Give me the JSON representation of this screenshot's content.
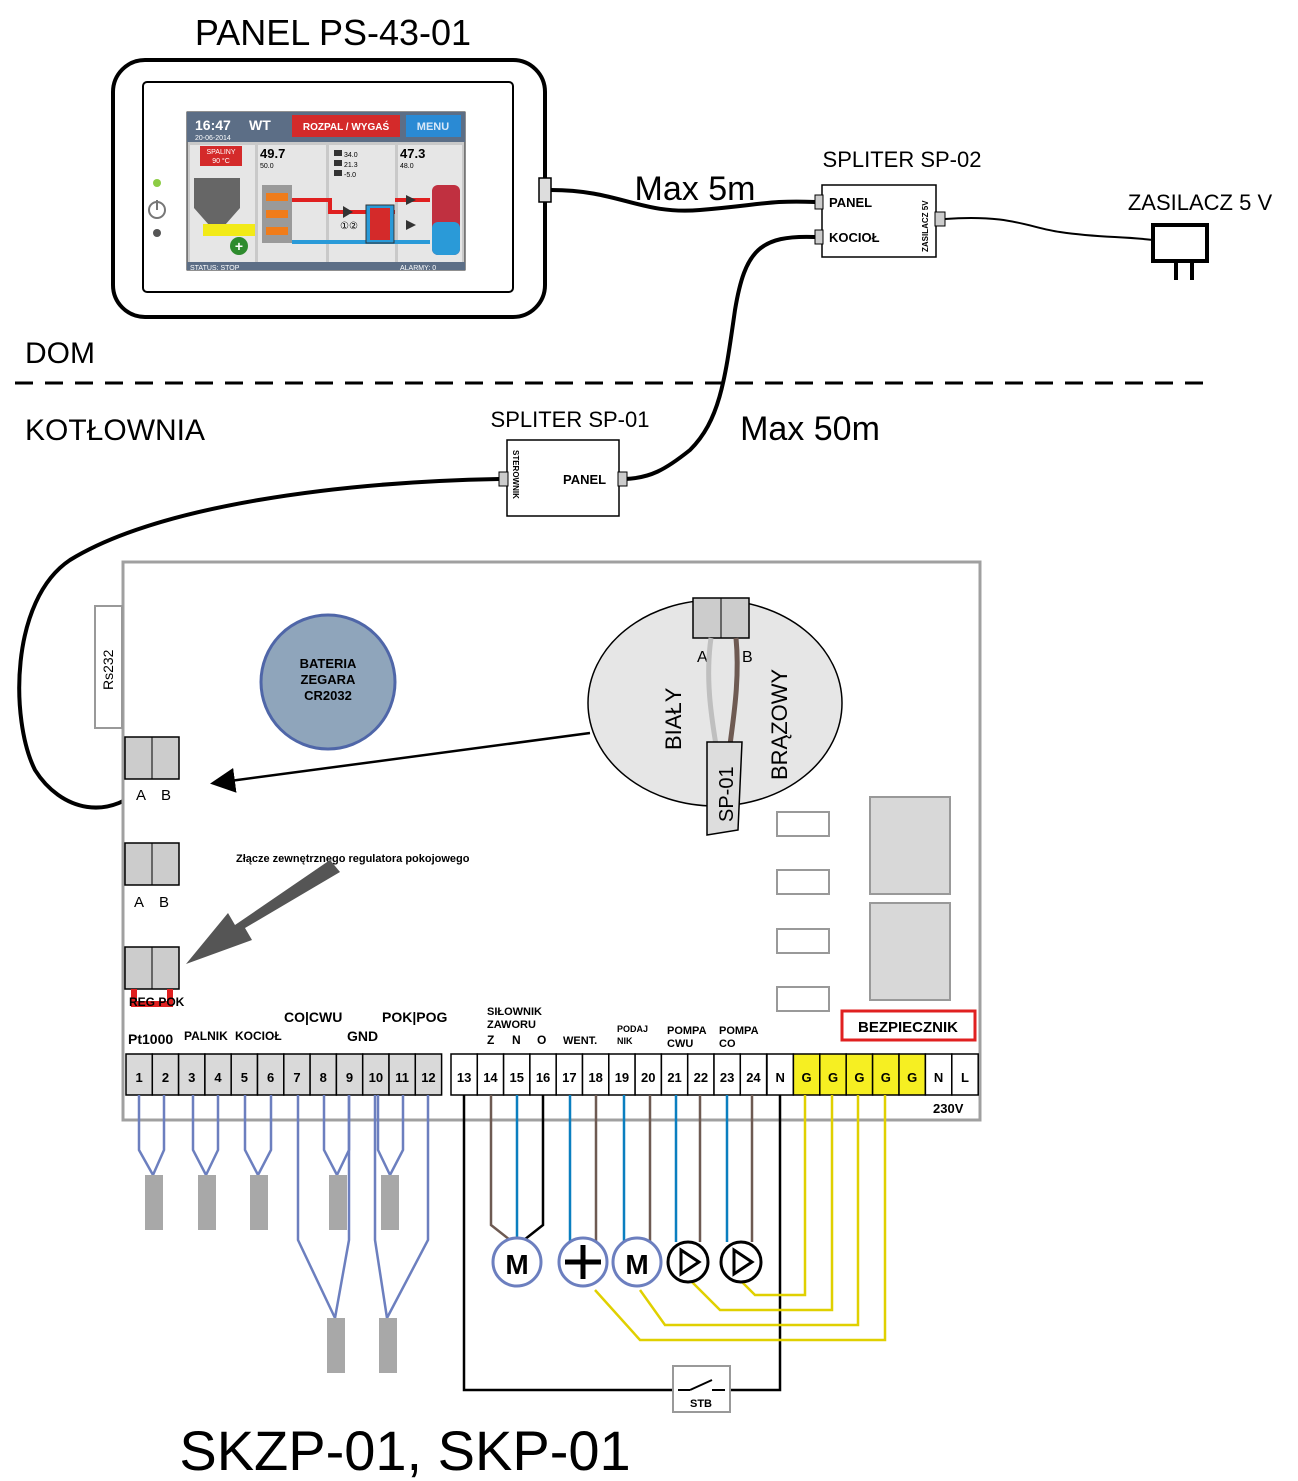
{
  "labels": {
    "panel_title": "PANEL PS-43-01",
    "dom": "DOM",
    "kotlownia": "KOTŁOWNIA",
    "max_5m": "Max 5m",
    "max_50m": "Max 50m",
    "spliter_sp02": "SPLITER SP-02",
    "spliter_sp01": "SPLITER SP-01",
    "zasilacz": "ZASILACZ 5 V",
    "model": "SKZP-01, SKP-01",
    "sp02_panel": "PANEL",
    "sp02_kociol": "KOCIOŁ",
    "sp02_zasilacz": "ZASILACZ 5V",
    "sp01_sterownik": "STEROWNIK",
    "sp01_panel": "PANEL",
    "rs232": "Rs232",
    "battery_line1": "BATERIA",
    "battery_line2": "ZEGARA",
    "battery_line3": "CR2032",
    "zoom_a": "A",
    "zoom_b": "B",
    "bialy": "BIAŁY",
    "brazowy": "BRĄZOWY",
    "sp01_cable": "SP-01",
    "conn1_a": "A",
    "conn1_b": "B",
    "conn2_a": "A",
    "conn2_b": "B",
    "reg_pok": "REG POK",
    "regulator_note": "Złącze zewnętrznego regulatora pokojowego",
    "bezpiecznik": "BEZPIECZNIK",
    "v230": "230V",
    "stb": "STB"
  },
  "screen": {
    "time": "16:47",
    "day": "WT",
    "date": "20-06-2014",
    "rozpal_button": "ROZPAL / WYGAŚ",
    "menu_button": "MENU",
    "spaliny_label": "SPALINY",
    "spaliny_value": "90 °C",
    "boiler_temp": "49.7",
    "boiler_set": "50.0",
    "val_1": "34.0",
    "val_2": "21.3",
    "val_3": "-5.0",
    "cwu_temp": "47.3",
    "cwu_set": "48.0",
    "pump_numbers": "①②",
    "status": "STATUS: STOP",
    "alarmy": "ALARMY: 0"
  },
  "terminals": {
    "group_labels": [
      "Pt1000",
      "PALNIK",
      "KOCIOŁ",
      "CO|CWU",
      "GND",
      "POK|POG"
    ],
    "output_labels": {
      "silownik": "SIŁOWNIK",
      "zaworu": "ZAWORU",
      "z": "Z",
      "n": "N",
      "o": "O",
      "went": "WENT.",
      "podaj": "PODAJ",
      "nik": "NIK",
      "pompa_cwu_1": "POMPA",
      "pompa_cwu_2": "CWU",
      "pompa_co_1": "POMPA",
      "pompa_co_2": "CO"
    },
    "numbers": [
      "1",
      "2",
      "3",
      "4",
      "5",
      "6",
      "7",
      "8",
      "9",
      "10",
      "11",
      "12",
      "13",
      "14",
      "15",
      "16",
      "17",
      "18",
      "19",
      "20",
      "21",
      "22",
      "23",
      "24"
    ],
    "power": [
      "N",
      "G",
      "G",
      "G",
      "G",
      "G",
      "N",
      "L"
    ]
  },
  "devices": {
    "motor_valve": "M",
    "motor_feeder": "M"
  },
  "colors": {
    "blue_wire": "#0a7fc0",
    "brown_wire": "#6e5a52",
    "yellow_wire": "#e0d000",
    "sensor_wire": "#6c7fbf",
    "red": "#e02020",
    "grey": "#cfcfcf",
    "battery": "#8fa5bb"
  },
  "icons": [
    "power-icon",
    "fan-icon",
    "pump-icon",
    "switch-icon",
    "plug-icon"
  ]
}
